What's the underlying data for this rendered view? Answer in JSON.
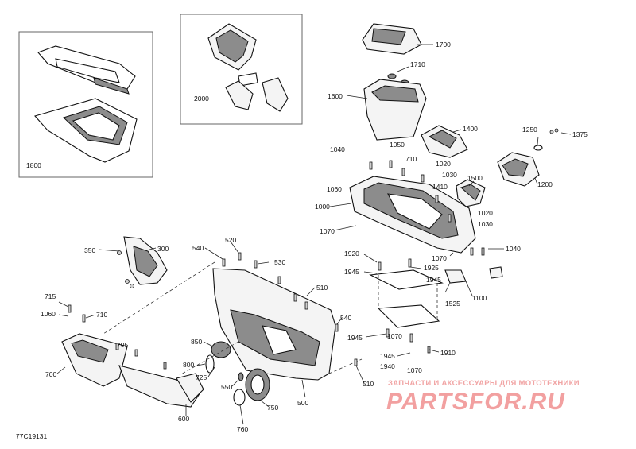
{
  "diagram": {
    "code": "77C19131",
    "labels": [
      {
        "id": "1800",
        "text": "1800"
      },
      {
        "id": "2000",
        "text": "2000"
      },
      {
        "id": "1700",
        "text": "1700"
      },
      {
        "id": "1710",
        "text": "1710"
      },
      {
        "id": "1600",
        "text": "1600"
      },
      {
        "id": "1400",
        "text": "1400"
      },
      {
        "id": "1250",
        "text": "1250"
      },
      {
        "id": "1375",
        "text": "1375"
      },
      {
        "id": "1050",
        "text": "1050"
      },
      {
        "id": "1040a",
        "text": "1040"
      },
      {
        "id": "710a",
        "text": "710"
      },
      {
        "id": "1020a",
        "text": "1020"
      },
      {
        "id": "1030a",
        "text": "1030"
      },
      {
        "id": "1500",
        "text": "1500"
      },
      {
        "id": "1200",
        "text": "1200"
      },
      {
        "id": "1410",
        "text": "1410"
      },
      {
        "id": "1060a",
        "text": "1060"
      },
      {
        "id": "1020b",
        "text": "1020"
      },
      {
        "id": "1000",
        "text": "1000"
      },
      {
        "id": "1030b",
        "text": "1030"
      },
      {
        "id": "1070a",
        "text": "1070"
      },
      {
        "id": "1040b",
        "text": "1040"
      },
      {
        "id": "1070b",
        "text": "1070"
      },
      {
        "id": "520",
        "text": "520"
      },
      {
        "id": "540a",
        "text": "540"
      },
      {
        "id": "530",
        "text": "530"
      },
      {
        "id": "350",
        "text": "350"
      },
      {
        "id": "300",
        "text": "300"
      },
      {
        "id": "1920",
        "text": "1920"
      },
      {
        "id": "1925",
        "text": "1925"
      },
      {
        "id": "1945a",
        "text": "1945"
      },
      {
        "id": "1945b",
        "text": "1945"
      },
      {
        "id": "1100",
        "text": "1100"
      },
      {
        "id": "1525",
        "text": "1525"
      },
      {
        "id": "510a",
        "text": "510"
      },
      {
        "id": "715",
        "text": "715"
      },
      {
        "id": "1060b",
        "text": "1060"
      },
      {
        "id": "710b",
        "text": "710"
      },
      {
        "id": "540b",
        "text": "540"
      },
      {
        "id": "1945c",
        "text": "1945"
      },
      {
        "id": "1070c",
        "text": "1070"
      },
      {
        "id": "1910",
        "text": "1910"
      },
      {
        "id": "1945d",
        "text": "1945"
      },
      {
        "id": "1940",
        "text": "1940"
      },
      {
        "id": "1070d",
        "text": "1070"
      },
      {
        "id": "705",
        "text": "705"
      },
      {
        "id": "850",
        "text": "850"
      },
      {
        "id": "800",
        "text": "800"
      },
      {
        "id": "725",
        "text": "725"
      },
      {
        "id": "700",
        "text": "700"
      },
      {
        "id": "550",
        "text": "550"
      },
      {
        "id": "510b",
        "text": "510"
      },
      {
        "id": "500",
        "text": "500"
      },
      {
        "id": "750",
        "text": "750"
      },
      {
        "id": "600",
        "text": "600"
      },
      {
        "id": "760",
        "text": "760"
      }
    ]
  },
  "watermark": {
    "subtitle": "ЗАПЧАСТИ И АКСЕССУАРЫ ДЛЯ МОТОТЕХНИКИ",
    "brand": "PARTSFOR.RU",
    "color": "#f2a0a0"
  }
}
